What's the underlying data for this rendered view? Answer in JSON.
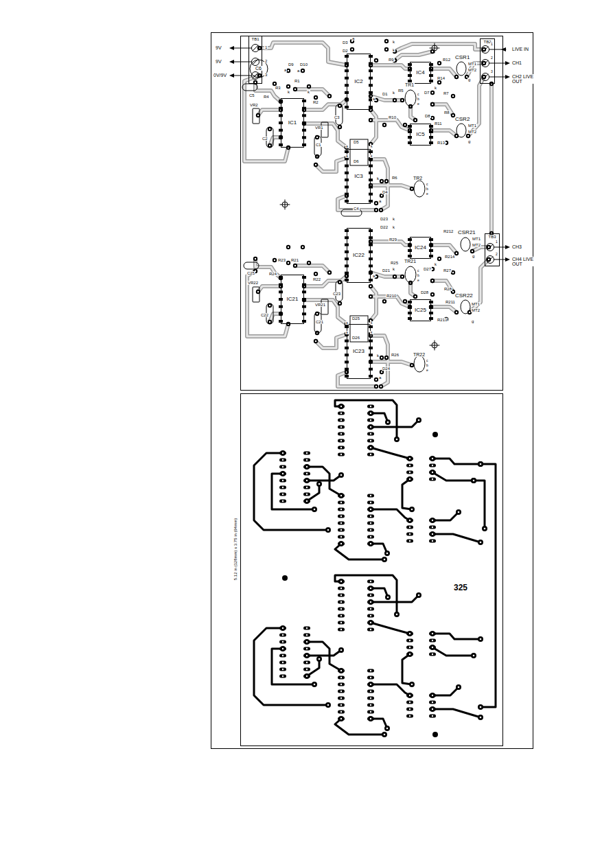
{
  "diagram": {
    "nodes": [
      {
        "text": [
          "TB1"
        ]
      },
      {
        "text": [
          "IC2"
        ]
      },
      {
        "text": [
          "TB2"
        ]
      },
      {
        "text": [
          "IC4"
        ]
      },
      {
        "text": [
          "IC1"
        ]
      },
      {
        "text": [
          "IC5"
        ]
      },
      {
        "text": [
          "IC3"
        ]
      },
      {
        "text": [
          "IC22"
        ]
      },
      {
        "text": [
          "TB3"
        ]
      },
      {
        "text": [
          "IC24"
        ]
      },
      {
        "text": [
          "IC21"
        ]
      },
      {
        "text": [
          "IC25"
        ]
      },
      {
        "text": [
          "IC23"
        ]
      }
    ],
    "labels": [
      "9V",
      "9V",
      "0V/9V",
      "1",
      "2",
      "3",
      "C6",
      "C5",
      "D9",
      "a",
      "k",
      "D10",
      "a",
      "k",
      "R3",
      "R1",
      "R4",
      "VR2",
      "R2",
      "VR1",
      "C3",
      "C2",
      "C1",
      "D3",
      "a",
      "k",
      "D2",
      "k",
      "R9",
      "D1",
      "a",
      "k",
      "R5",
      "TR1",
      "c",
      "b",
      "e",
      "D7",
      "k",
      "R7",
      "R8",
      "R12",
      "R14",
      "CSR1",
      "MT1",
      "MT2",
      "g",
      "R10",
      "D8",
      "R11",
      "R13",
      "CSR2",
      "MT1",
      "MT2",
      "g",
      "D5",
      "a",
      "k",
      "a",
      "k",
      "D6",
      "k",
      "R6",
      "D4",
      "a",
      "TR2",
      "c",
      "b",
      "e",
      "1",
      "2",
      "3",
      "LIVE IN",
      "CH1",
      "CH2 LIVE OUT",
      "C4",
      "D23",
      "k",
      "D22",
      "k",
      "R29",
      "R212",
      "R214",
      "CSR21",
      "MT1",
      "MT2",
      "g",
      "1",
      "2",
      "CH3",
      "CH4 LIVE OUT",
      "C25",
      "R23",
      "R21",
      "R24",
      "VR22",
      "R22",
      "VR21",
      "C23",
      "C22",
      "C21",
      "R25",
      "TR21",
      "D21",
      "a",
      "k",
      "c",
      "b",
      "e",
      "D27",
      "k",
      "R27",
      "R28",
      "D28",
      "R210",
      "R211",
      "R213",
      "CSR22",
      "MT1",
      "MT2",
      "g",
      "D25",
      "a",
      "k",
      "a",
      "k",
      "D26",
      "k",
      "R26",
      "D24",
      "a",
      "TR22",
      "c",
      "b",
      "e",
      "325",
      "5.12 in (128mm) x 3.75 in (94mm)"
    ]
  }
}
